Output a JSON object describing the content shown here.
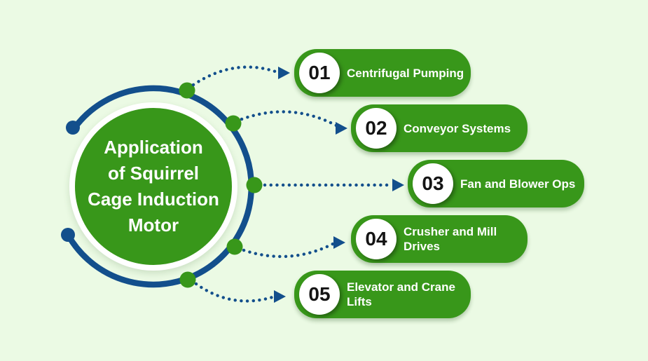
{
  "title": "Application of Squirrel Cage Induction Motor",
  "center": {
    "title_lines": [
      "Application",
      "of Squirrel",
      "Cage Induction",
      "Motor"
    ]
  },
  "items": [
    {
      "number": "01",
      "label": "Centrifugal Pumping"
    },
    {
      "number": "02",
      "label": "Conveyor Systems"
    },
    {
      "number": "03",
      "label": "Fan and Blower Ops"
    },
    {
      "number": "04",
      "label": "Crusher and Mill Drives"
    },
    {
      "number": "05",
      "label": "Elevator and Crane Lifts"
    }
  ],
  "colors": {
    "background": "#ebfae4",
    "green": "#38971a",
    "navy": "#134f8c",
    "number_text": "#141414",
    "label_text": "#ffffff"
  }
}
